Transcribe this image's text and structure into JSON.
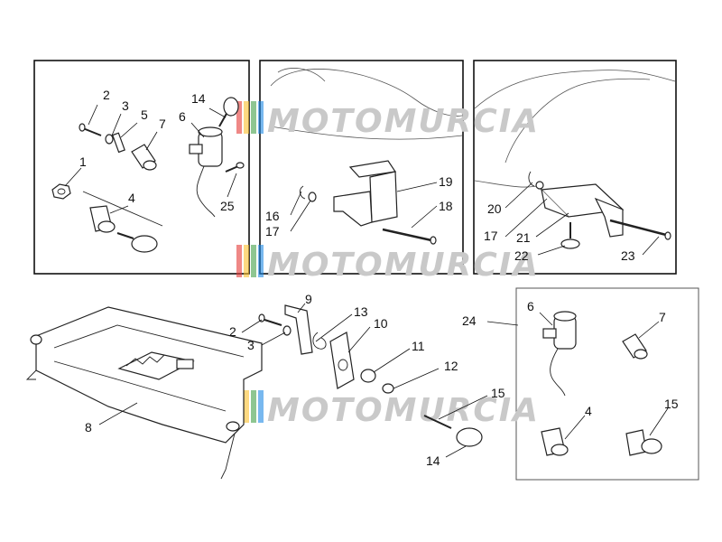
{
  "watermark": {
    "text": "MOTOMURCIA",
    "colors": [
      "#e53935",
      "#fbc02d",
      "#43a047",
      "#1e88e5"
    ]
  },
  "labels": {
    "tl_1": "1",
    "tl_2": "2",
    "tl_3": "3",
    "tl_4": "4",
    "tl_5": "5",
    "tl_6": "6",
    "tl_7": "7",
    "tl_14": "14",
    "tl_25": "25",
    "tm_16": "16",
    "tm_17": "17",
    "tm_18": "18",
    "tm_19": "19",
    "tr_17": "17",
    "tr_20": "20",
    "tr_21": "21",
    "tr_22": "22",
    "tr_23": "23",
    "b_2": "2",
    "b_3": "3",
    "b_8": "8",
    "b_9": "9",
    "b_10": "10",
    "b_11": "11",
    "b_12": "12",
    "b_13": "13",
    "b_14": "14",
    "b_15": "15",
    "kit_24": "24",
    "kit_6": "6",
    "kit_7": "7",
    "kit_4": "4",
    "kit_15": "15"
  }
}
